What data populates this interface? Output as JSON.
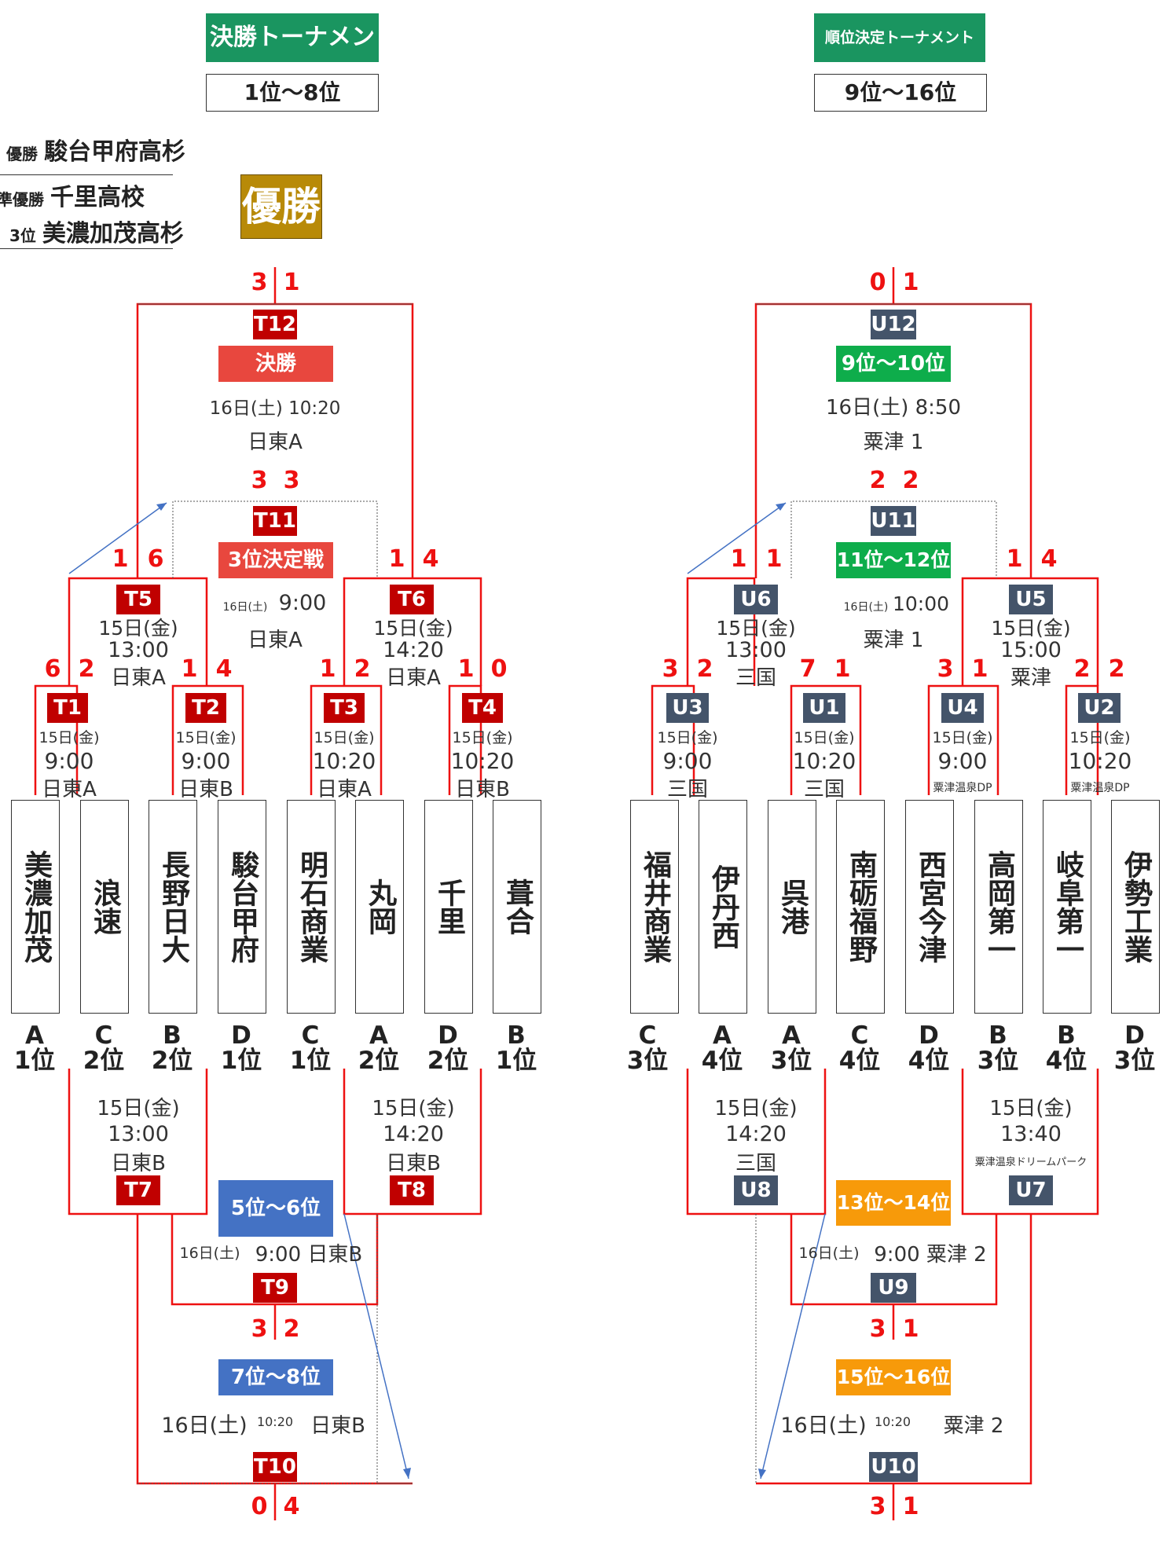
{
  "left": {
    "header": "決勝トーナメント",
    "range": "1位〜8位",
    "results": [
      {
        "label": "優勝",
        "team": "駿台甲府高杉"
      },
      {
        "label": "準優勝",
        "team": "千里高校"
      },
      {
        "label": "3位",
        "team": "美濃加茂高杉"
      }
    ],
    "winner_badge": "優勝",
    "teams": [
      {
        "name": "美濃加茂",
        "group": "A",
        "rank": "1位"
      },
      {
        "name": "浪速",
        "group": "C",
        "rank": "2位"
      },
      {
        "name": "長野日大",
        "group": "B",
        "rank": "2位"
      },
      {
        "name": "駿台甲府",
        "group": "D",
        "rank": "1位"
      },
      {
        "name": "明石商業",
        "group": "C",
        "rank": "1位"
      },
      {
        "name": "丸岡",
        "group": "A",
        "rank": "2位"
      },
      {
        "name": "千里",
        "group": "D",
        "rank": "2位"
      },
      {
        "name": "葺合",
        "group": "B",
        "rank": "1位"
      }
    ],
    "matches": {
      "T1": {
        "label": "T1",
        "date": "15日(金)",
        "time": "9:00",
        "venue": "日東A",
        "s1": "6",
        "s2": "2"
      },
      "T2": {
        "label": "T2",
        "date": "15日(金)",
        "time": "9:00",
        "venue": "日東B",
        "s1": "1",
        "s2": "4"
      },
      "T3": {
        "label": "T3",
        "date": "15日(金)",
        "time": "10:20",
        "venue": "日東A",
        "s1": "1",
        "s2": "2"
      },
      "T4": {
        "label": "T4",
        "date": "15日(金)",
        "time": "10:20",
        "venue": "日東B",
        "s1": "1",
        "s2": "0"
      },
      "T5": {
        "label": "T5",
        "date": "15日(金)",
        "time": "13:00",
        "venue": "日東A",
        "s1": "1",
        "s2": "6"
      },
      "T6": {
        "label": "T6",
        "date": "15日(金)",
        "time": "14:20",
        "venue": "日東A",
        "s1": "1",
        "s2": "4"
      },
      "T11": {
        "label": "T11",
        "title": "3位決定戦",
        "date": "16日(土)",
        "time": "9:00",
        "venue": "日東A",
        "s1": "3",
        "s2": "3"
      },
      "T12": {
        "label": "T12",
        "title": "決勝",
        "datetime": "16日(土) 10:20",
        "venue": "日東A",
        "s1": "3",
        "s2": "1"
      },
      "T7": {
        "label": "T7",
        "date": "15日(金)",
        "time": "13:00",
        "venue": "日東B"
      },
      "T8": {
        "label": "T8",
        "date": "15日(金)",
        "time": "14:20",
        "venue": "日東B"
      },
      "T9": {
        "label": "T9",
        "title": "5位〜6位",
        "date": "16日(土)",
        "rest": "9:00 日東B",
        "s1": "3",
        "s2": "2"
      },
      "T10": {
        "label": "T10",
        "title": "7位〜8位",
        "date": "16日(土)",
        "time": "10:20",
        "venue": "日東B",
        "s1": "0",
        "s2": "4"
      }
    }
  },
  "right": {
    "header": "順位決定トーナメント",
    "range": "9位〜16位",
    "teams": [
      {
        "name": "福井商業",
        "group": "C",
        "rank": "3位"
      },
      {
        "name": "伊丹西",
        "group": "A",
        "rank": "4位"
      },
      {
        "name": "呉港",
        "group": "A",
        "rank": "3位"
      },
      {
        "name": "南砺福野",
        "group": "C",
        "rank": "4位"
      },
      {
        "name": "西宮今津",
        "group": "D",
        "rank": "4位"
      },
      {
        "name": "高岡第一",
        "group": "B",
        "rank": "3位"
      },
      {
        "name": "岐阜第一",
        "group": "B",
        "rank": "4位"
      },
      {
        "name": "伊勢工業",
        "group": "D",
        "rank": "3位"
      }
    ],
    "matches": {
      "U3": {
        "label": "U3",
        "date": "15日(金)",
        "time": "9:00",
        "venue": "三国",
        "s1": "3",
        "s2": "2"
      },
      "U1": {
        "label": "U1",
        "date": "15日(金)",
        "time": "10:20",
        "venue": "三国",
        "s1": "7",
        "s2": "1"
      },
      "U4": {
        "label": "U4",
        "date": "15日(金)",
        "time": "9:00",
        "venue": "粟津温泉DP",
        "s1": "3",
        "s2": "1"
      },
      "U2": {
        "label": "U2",
        "date": "15日(金)",
        "time": "10:20",
        "venue": "粟津温泉DP",
        "s1": "2",
        "s2": "2"
      },
      "U6": {
        "label": "U6",
        "date": "15日(金)",
        "time": "13:00",
        "venue": "三国",
        "s1": "1",
        "s2": "1"
      },
      "U5": {
        "label": "U5",
        "date": "15日(金)",
        "time": "15:00",
        "venue": "粟津",
        "s1": "1",
        "s2": "4"
      },
      "U11": {
        "label": "U11",
        "title": "11位〜12位",
        "date": "16日(土)",
        "time": "10:00",
        "venue": "粟津 1",
        "s1": "2",
        "s2": "2"
      },
      "U12": {
        "label": "U12",
        "title": "9位〜10位",
        "datetime": "16日(土) 8:50",
        "venue": "粟津 1",
        "s1": "0",
        "s2": "1"
      },
      "U8": {
        "label": "U8",
        "date": "15日(金)",
        "time": "14:20",
        "venue": "三国"
      },
      "U7": {
        "label": "U7",
        "date": "15日(金)",
        "time": "13:40",
        "venue": "粟津温泉ドリームパーク"
      },
      "U9": {
        "label": "U9",
        "title": "13位〜14位",
        "date": "16日(土)",
        "rest": "9:00 粟津 2",
        "s1": "3",
        "s2": "1"
      },
      "U10": {
        "label": "U10",
        "title": "15位〜16位",
        "date": "16日(土)",
        "time": "10:20",
        "venue": "粟津 2",
        "s1": "3",
        "s2": "1"
      }
    }
  },
  "colors": {
    "bracket": "#ee1111",
    "score": "#ee1111",
    "tag_red": "#c00000",
    "tag_slate": "#44546a",
    "arrow": "#4472c4"
  }
}
